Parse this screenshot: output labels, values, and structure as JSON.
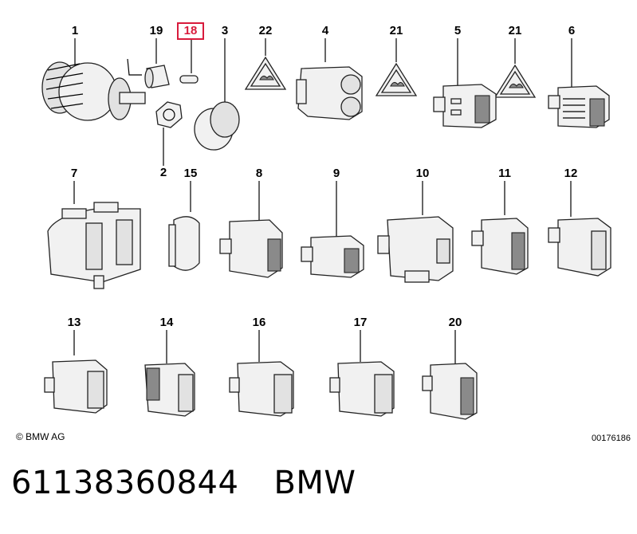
{
  "diagram": {
    "callouts": [
      {
        "id": "c1",
        "label": "1",
        "highlighted": false
      },
      {
        "id": "c19",
        "label": "19",
        "highlighted": false
      },
      {
        "id": "c18",
        "label": "18",
        "highlighted": true
      },
      {
        "id": "c3",
        "label": "3",
        "highlighted": false
      },
      {
        "id": "c22",
        "label": "22",
        "highlighted": false
      },
      {
        "id": "c4",
        "label": "4",
        "highlighted": false
      },
      {
        "id": "c21a",
        "label": "21",
        "highlighted": false
      },
      {
        "id": "c5",
        "label": "5",
        "highlighted": false
      },
      {
        "id": "c21b",
        "label": "21",
        "highlighted": false
      },
      {
        "id": "c6",
        "label": "6",
        "highlighted": false
      },
      {
        "id": "c2",
        "label": "2",
        "highlighted": false
      },
      {
        "id": "c7",
        "label": "7",
        "highlighted": false
      },
      {
        "id": "c15",
        "label": "15",
        "highlighted": false
      },
      {
        "id": "c8",
        "label": "8",
        "highlighted": false
      },
      {
        "id": "c9",
        "label": "9",
        "highlighted": false
      },
      {
        "id": "c10",
        "label": "10",
        "highlighted": false
      },
      {
        "id": "c11",
        "label": "11",
        "highlighted": false
      },
      {
        "id": "c12",
        "label": "12",
        "highlighted": false
      },
      {
        "id": "c13",
        "label": "13",
        "highlighted": false
      },
      {
        "id": "c14",
        "label": "14",
        "highlighted": false
      },
      {
        "id": "c16",
        "label": "16",
        "highlighted": false
      },
      {
        "id": "c17",
        "label": "17",
        "highlighted": false
      },
      {
        "id": "c20",
        "label": "20",
        "highlighted": false
      }
    ],
    "copyright": "© BMW AG",
    "drawing_code": "00176186",
    "highlight_color": "#d81b3c"
  },
  "footer": {
    "part_number": "61138360844",
    "brand": "BMW"
  }
}
